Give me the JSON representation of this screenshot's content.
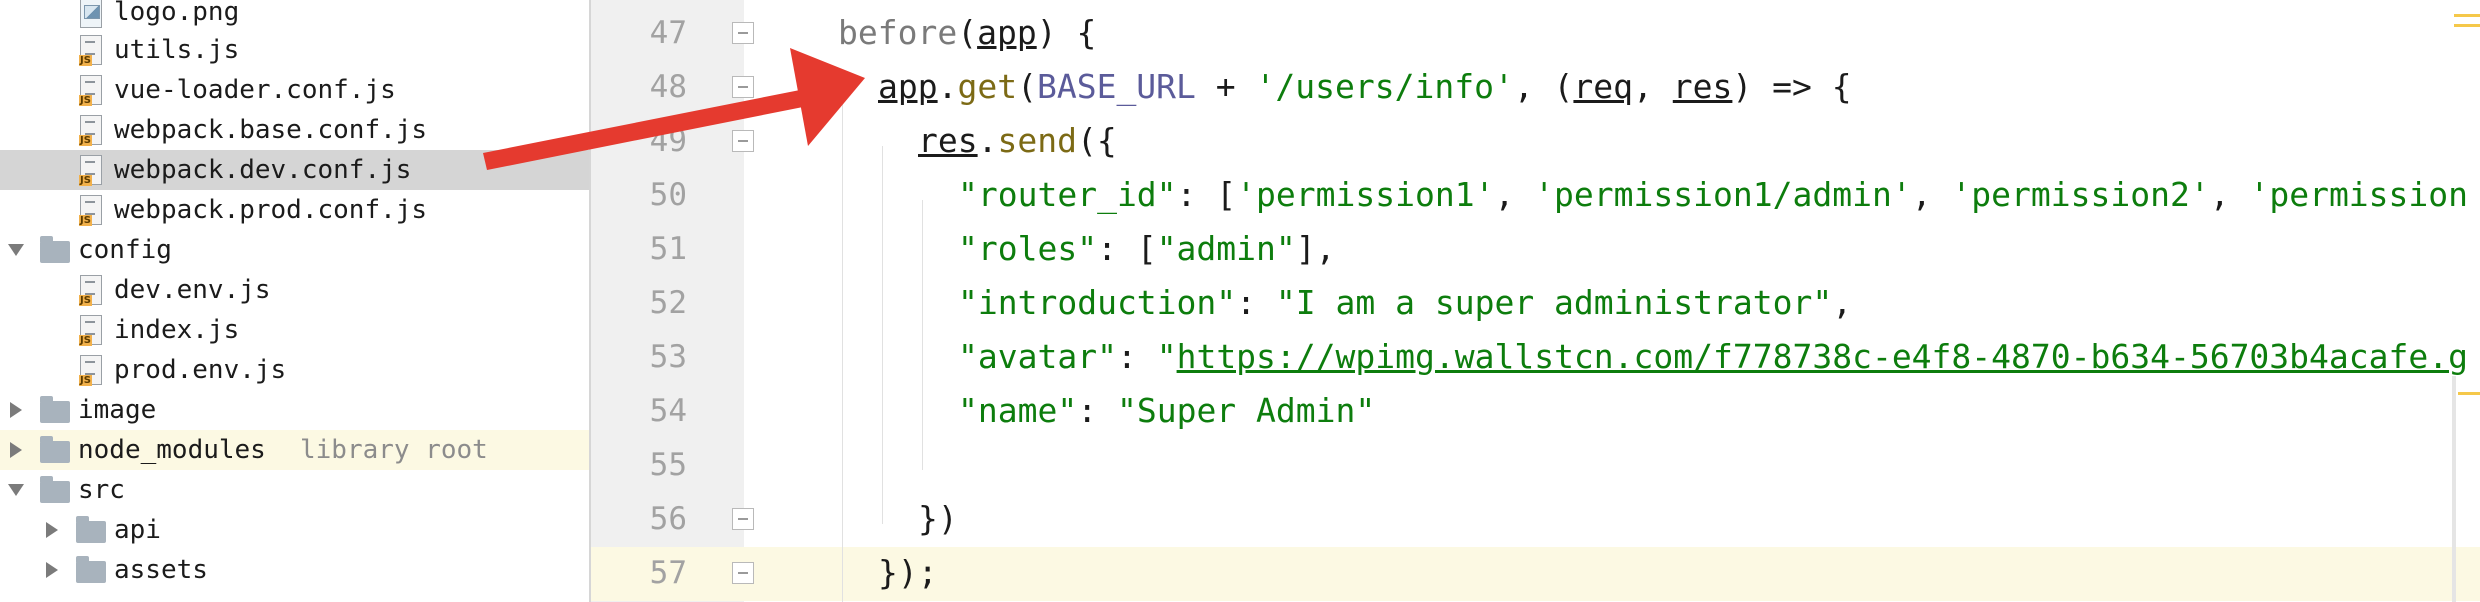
{
  "project_tree": {
    "items": [
      {
        "label": "logo.png",
        "icon": "png-file-icon"
      },
      {
        "label": "utils.js",
        "icon": "js-file-icon"
      },
      {
        "label": "vue-loader.conf.js",
        "icon": "js-file-icon"
      },
      {
        "label": "webpack.base.conf.js",
        "icon": "js-file-icon"
      },
      {
        "label": "webpack.dev.conf.js",
        "icon": "js-file-icon",
        "selected": true
      },
      {
        "label": "webpack.prod.conf.js",
        "icon": "js-file-icon"
      },
      {
        "label": "config",
        "icon": "folder-icon",
        "expanded": true
      },
      {
        "label": "dev.env.js",
        "icon": "js-file-icon"
      },
      {
        "label": "index.js",
        "icon": "js-file-icon"
      },
      {
        "label": "prod.env.js",
        "icon": "js-file-icon"
      },
      {
        "label": "image",
        "icon": "folder-icon",
        "expanded": false
      },
      {
        "label": "node_modules",
        "icon": "folder-icon",
        "expanded": false,
        "hint": "library root"
      },
      {
        "label": "src",
        "icon": "folder-icon",
        "expanded": true
      },
      {
        "label": "api",
        "icon": "folder-icon",
        "expanded": false
      },
      {
        "label": "assets",
        "icon": "folder-icon",
        "expanded": false
      }
    ]
  },
  "editor": {
    "line_numbers": [
      "47",
      "48",
      "49",
      "50",
      "51",
      "52",
      "53",
      "54",
      "55",
      "56",
      "57"
    ],
    "code": {
      "l47": {
        "before": "before",
        "open": "(",
        "app": "app",
        "close": ") {"
      },
      "l48": {
        "app": "app",
        "dot": ".",
        "get": "get",
        "open": "(",
        "base_url": "BASE_URL",
        "plus": " + ",
        "path": "'/users/info'",
        "comma": ", (",
        "req": "req",
        "sep": ", ",
        "res": "res",
        "arrow": ") => {"
      },
      "l49": {
        "res": "res",
        "dot": ".",
        "send": "send",
        "open": "({"
      },
      "l50": {
        "key": "\"router_id\"",
        "colon": ": [",
        "v1": "'permission1'",
        "s1": ", ",
        "v2": "'permission1/admin'",
        "s2": ", ",
        "v3": "'permission2'",
        "s3": ", ",
        "v4": "'permission"
      },
      "l51": {
        "key": "\"roles\"",
        "colon": ": [",
        "v1": "\"admin\"",
        "end": "],"
      },
      "l52": {
        "key": "\"introduction\"",
        "colon": ": ",
        "v1": "\"I am a super administrator\"",
        "end": ","
      },
      "l53": {
        "key": "\"avatar\"",
        "colon": ": ",
        "quote": "\"",
        "url": "https://wpimg.wallstcn.com/f778738c-e4f8-4870-b634-56703b4acafe.g"
      },
      "l54": {
        "key": "\"name\"",
        "colon": ": ",
        "v1": "\"Super Admin\""
      },
      "l56": {
        "text": "})"
      },
      "l57": {
        "text": "});"
      }
    }
  },
  "colors": {
    "annotation_arrow": "#e53a2f",
    "string": "#0d7d0d",
    "method": "#7c6a15",
    "constant": "#5b5b9a",
    "selection": "#d5d5d5",
    "library_highlight": "#fcf9e3"
  }
}
